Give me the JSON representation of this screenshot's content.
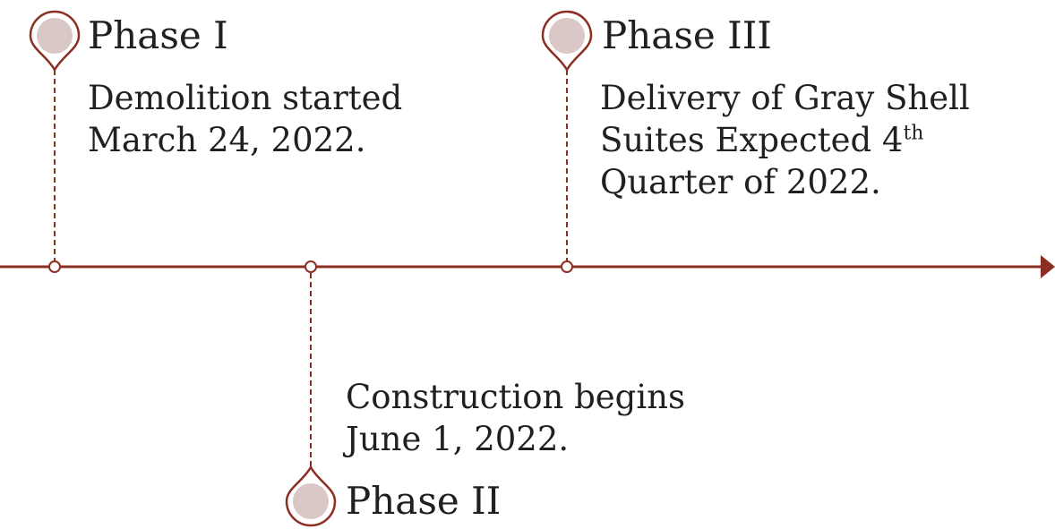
{
  "colors": {
    "line": "#8b2f22",
    "pin_fill": "#d9c8c6",
    "text": "#231f20"
  },
  "icons": {
    "pin": "map-pin-icon",
    "arrow": "arrowhead-icon"
  },
  "phases": [
    {
      "title": "Phase I",
      "lines": [
        "Demolition started",
        "March 24, 2022."
      ]
    },
    {
      "title": "Phase II",
      "lines": [
        "Construction begins",
        "June 1, 2022."
      ]
    },
    {
      "title": "Phase III",
      "lines": [
        "Delivery of Gray Shell",
        "Suites Expected 4",
        "th",
        "Quarter of 2022."
      ]
    }
  ]
}
